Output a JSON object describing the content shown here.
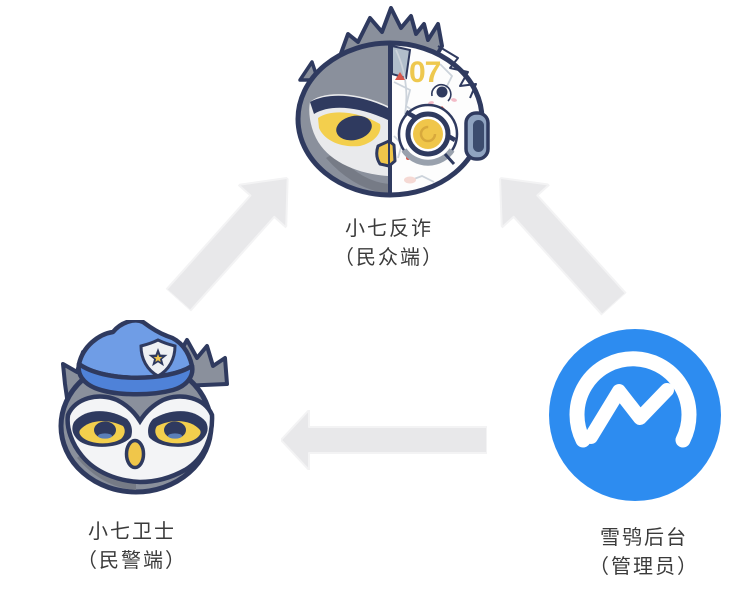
{
  "diagram": {
    "nodes": {
      "public": {
        "title": "小七反诈",
        "subtitle": "（民众端）",
        "icon": "owl-half-robot-icon",
        "badge_number": "07"
      },
      "police": {
        "title": "小七卫士",
        "subtitle": "（民警端）",
        "icon": "owl-police-hat-icon"
      },
      "admin": {
        "title": "雪鸮后台",
        "subtitle": "（管理员）",
        "icon": "blue-pulse-circle-icon"
      }
    },
    "edges": [
      {
        "from": "police",
        "to": "public",
        "direction": "up-right"
      },
      {
        "from": "admin",
        "to": "public",
        "direction": "up-left"
      },
      {
        "from": "admin",
        "to": "police",
        "direction": "left"
      }
    ],
    "colors": {
      "background": "#ffffff",
      "arrow_fill": "#e8e8ea",
      "arrow_border": "#f3f3f4",
      "admin_blue": "#2d8cf0",
      "owl_gray": "#8a909c",
      "owl_shadow_gray": "#767b86",
      "outline_navy": "#2f3a5f",
      "accent_gold": "#f0c64a",
      "hat_blue": "#6f9de6",
      "hat_band_blue": "#4f82d8",
      "mask_white": "#f3f4f6",
      "label_text": "#3b3b3b"
    }
  }
}
